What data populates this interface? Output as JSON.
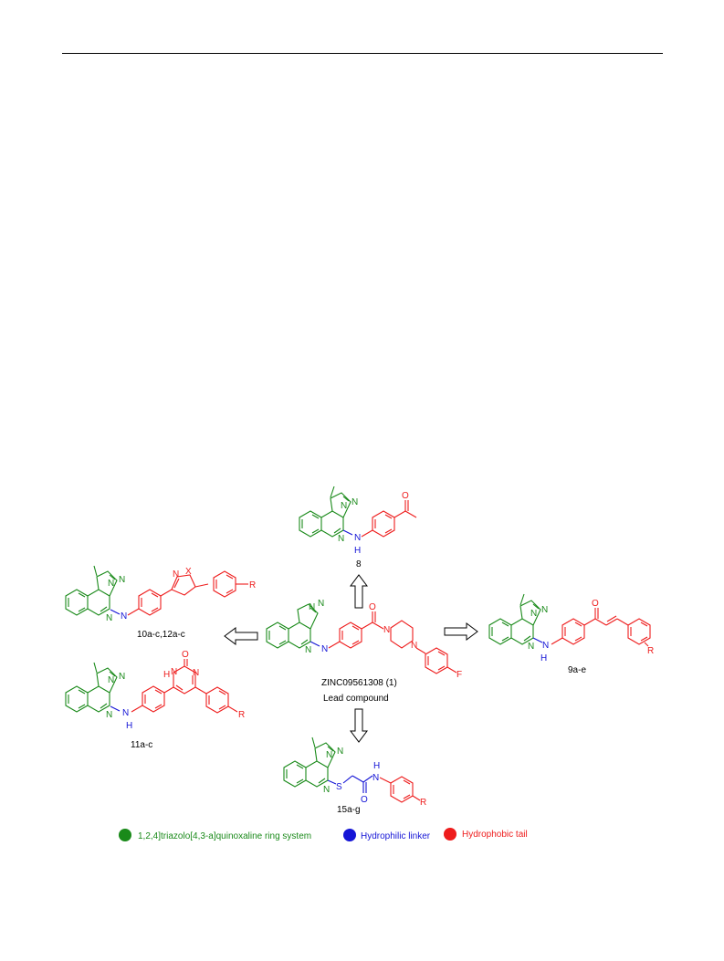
{
  "compounds": {
    "c8": {
      "label": "8"
    },
    "lead": {
      "label": "ZINC09561308 (1)",
      "sublabel": "Lead compound"
    },
    "c9": {
      "label": "9a-e"
    },
    "c10": {
      "label": "10a-c,12a-c"
    },
    "c11": {
      "label": "11a-c"
    },
    "c15": {
      "label": "15a-g"
    }
  },
  "atoms": {
    "N": "N",
    "H": "H",
    "O": "O",
    "S": "S",
    "F": "F",
    "R": "R",
    "X": "X"
  },
  "legend": [
    {
      "text": "1,2,4]triazolo[4,3-a]quinoxaline ring system",
      "color": "#1a8a1a"
    },
    {
      "text": "Hydrophilic linker",
      "color": "#1515d6"
    },
    {
      "text": "Hydrophobic tail",
      "color": "#ee1c1c"
    }
  ],
  "colors": {
    "scaffold": "#1a8a1a",
    "linker": "#1515d6",
    "tail": "#ee1c1c"
  }
}
